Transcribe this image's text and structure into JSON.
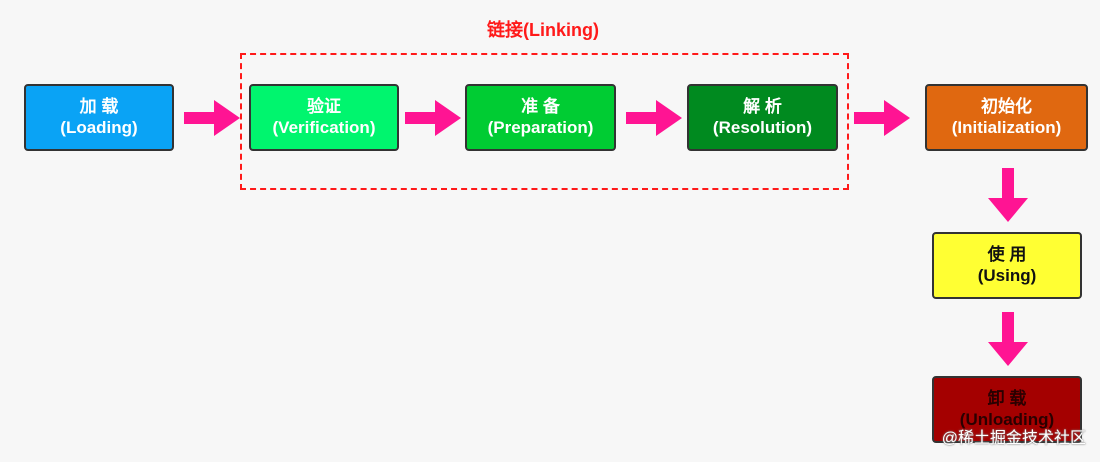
{
  "diagram": {
    "linking_group": {
      "title": "链接(Linking)"
    },
    "stages": {
      "loading": {
        "zh": "加 载",
        "en": "(Loading)"
      },
      "verification": {
        "zh": "验证",
        "en": "(Verification)"
      },
      "preparation": {
        "zh": "准 备",
        "en": "(Preparation)"
      },
      "resolution": {
        "zh": "解 析",
        "en": "(Resolution)"
      },
      "initialization": {
        "zh": "初始化",
        "en": "(Initialization)"
      },
      "using": {
        "zh": "使 用",
        "en": "(Using)"
      },
      "unloading": {
        "zh": "卸 载",
        "en": "(Unloading)"
      }
    },
    "colors": {
      "loading": "#0aa3f5",
      "verification": "#00f56e",
      "preparation": "#00cc33",
      "resolution": "#008a1f",
      "initialization": "#e06810",
      "using": "#ffff33",
      "unloading": "#a40000",
      "arrow": "#ff1493",
      "linking_border": "#ff1a1a"
    }
  },
  "watermark": "@稀土掘金技术社区"
}
